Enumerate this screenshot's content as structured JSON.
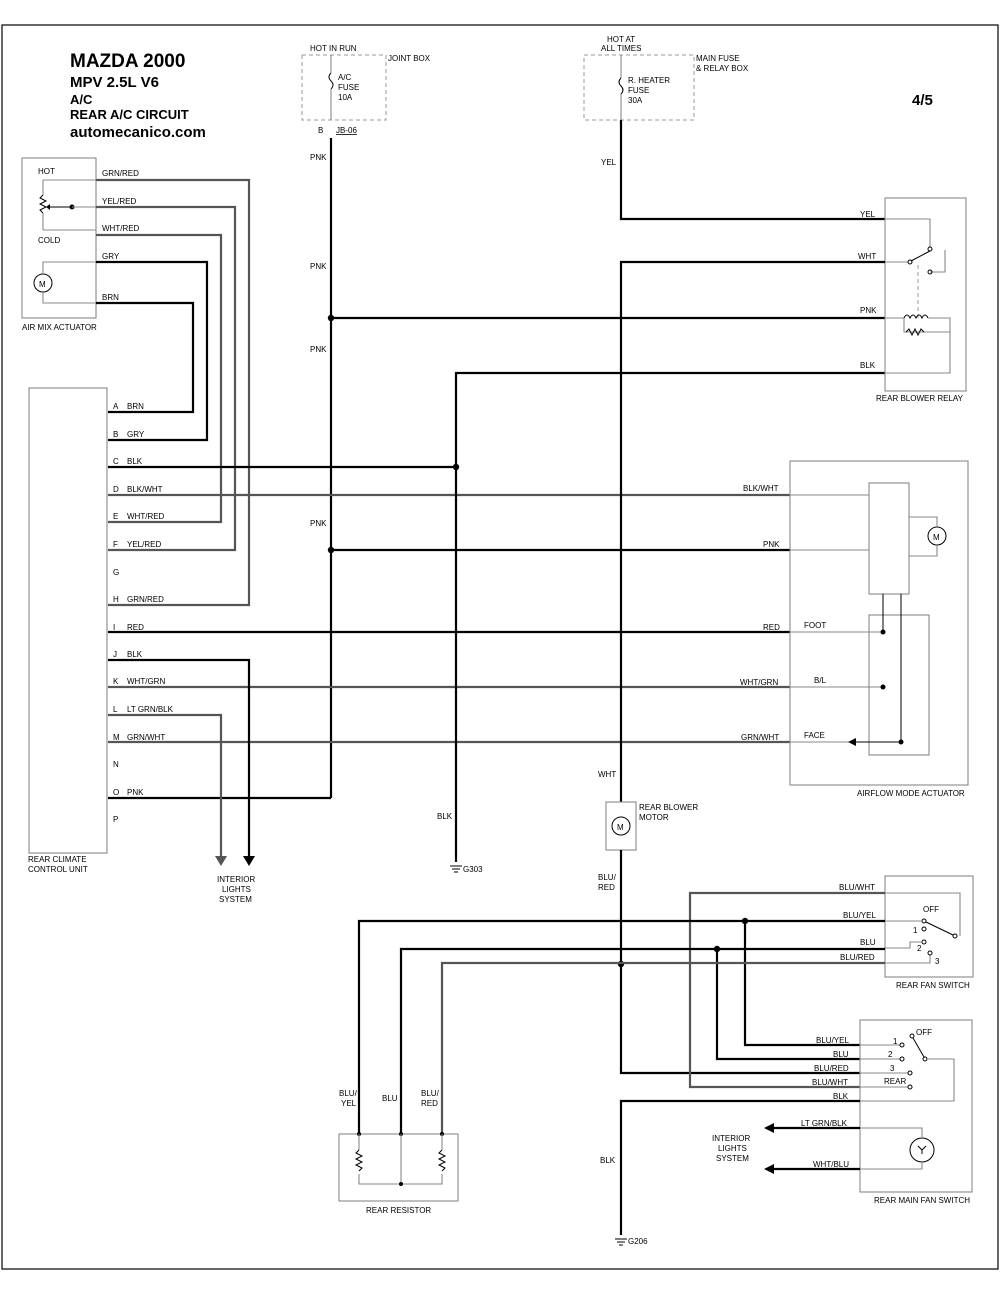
{
  "header": {
    "title": "MAZDA 2000",
    "model": "MPV  2.5L  V6",
    "system": "A/C",
    "circuit": "REAR A/C CIRCUIT",
    "site": "automecanico.com",
    "page": "4/5"
  },
  "fuses": {
    "ac": {
      "power": "HOT IN RUN",
      "box": "JOINT BOX",
      "name": "A/C",
      "word": "FUSE",
      "rating": "10A",
      "pin": "B",
      "connector": "JB-06"
    },
    "heater": {
      "power1": "HOT AT",
      "power2": "ALL TIMES",
      "box1": "MAIN FUSE",
      "box2": "& RELAY BOX",
      "name": "R. HEATER",
      "word": "FUSE",
      "rating": "30A"
    }
  },
  "components": {
    "air_mix": "AIR MIX ACTUATOR",
    "hot": "HOT",
    "cold": "COLD",
    "motor": "M",
    "control_unit1": "REAR CLIMATE",
    "control_unit2": "CONTROL UNIT",
    "interior1": "INTERIOR",
    "interior2": "LIGHTS",
    "interior3": "SYSTEM",
    "blower_relay": "REAR BLOWER RELAY",
    "airflow": "AIRFLOW MODE ACTUATOR",
    "foot": "FOOT",
    "bl": "B/L",
    "face": "FACE",
    "blower1": "REAR BLOWER",
    "blower2": "MOTOR",
    "fan_switch": "REAR FAN SWITCH",
    "main_fan_switch": "REAR MAIN FAN SWITCH",
    "resistor": "REAR RESISTOR",
    "off": "OFF",
    "rear": "REAR",
    "g303": "G303",
    "g206": "G206"
  },
  "air_mix_wires": [
    "GRN/RED",
    "YEL/RED",
    "WHT/RED",
    "GRY",
    "BRN"
  ],
  "ccu_pins": [
    {
      "pin": "A",
      "wire": "BRN"
    },
    {
      "pin": "B",
      "wire": "GRY"
    },
    {
      "pin": "C",
      "wire": "BLK"
    },
    {
      "pin": "D",
      "wire": "BLK/WHT"
    },
    {
      "pin": "E",
      "wire": "WHT/RED"
    },
    {
      "pin": "F",
      "wire": "YEL/RED"
    },
    {
      "pin": "G",
      "wire": ""
    },
    {
      "pin": "H",
      "wire": "GRN/RED"
    },
    {
      "pin": "I",
      "wire": "RED"
    },
    {
      "pin": "J",
      "wire": "BLK"
    },
    {
      "pin": "K",
      "wire": "WHT/GRN"
    },
    {
      "pin": "L",
      "wire": "LT GRN/BLK"
    },
    {
      "pin": "M",
      "wire": "GRN/WHT"
    },
    {
      "pin": "N",
      "wire": ""
    },
    {
      "pin": "O",
      "wire": "PNK"
    },
    {
      "pin": "P",
      "wire": ""
    }
  ],
  "wires": {
    "pnk": "PNK",
    "yel": "YEL",
    "wht": "WHT",
    "blk": "BLK",
    "red": "RED",
    "blk_wht": "BLK/WHT",
    "wht_grn": "WHT/GRN",
    "grn_wht": "GRN/WHT",
    "blu_wht": "BLU/WHT",
    "blu_yel": "BLU/YEL",
    "blu": "BLU",
    "blu_red": "BLU/RED",
    "lt_grn_blk": "LT GRN/BLK",
    "wht_blu": "WHT/BLU",
    "blu_yel_a": "BLU/",
    "blu_yel_b": "YEL",
    "blu_red_a": "BLU/",
    "blu_red_b": "RED",
    "n1": "1",
    "n2": "2",
    "n3": "3"
  }
}
